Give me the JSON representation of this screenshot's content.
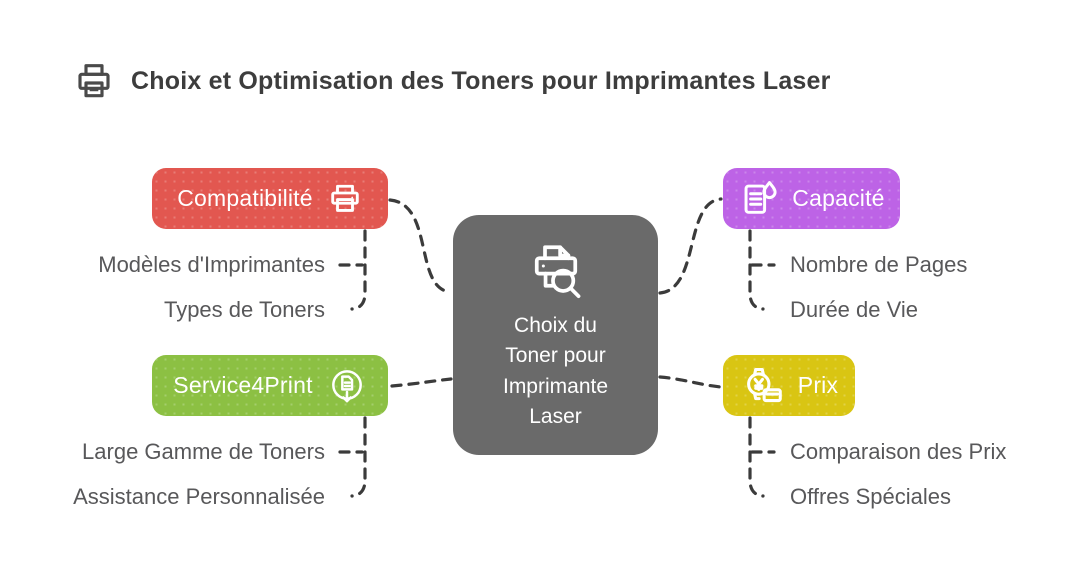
{
  "title": {
    "text": "Choix et Optimisation des Toners pour Imprimantes Laser",
    "icon": "printer-icon"
  },
  "center": {
    "label": "Choix du Toner pour Imprimante Laser",
    "icon": "printer-search-icon",
    "color": "#6a6a6a"
  },
  "branches": {
    "compatibilite": {
      "label": "Compatibilité",
      "color": "#e25750",
      "icon": "printer-icon",
      "children": [
        "Modèles d'Imprimantes",
        "Types de Toners"
      ]
    },
    "capacite": {
      "label": "Capacité",
      "color": "#bd63e6",
      "icon": "document-drop-icon",
      "children": [
        "Nombre de Pages",
        "Durée de Vie"
      ]
    },
    "service4print": {
      "label": "Service4Print",
      "color": "#8cc043",
      "icon": "document-download-icon",
      "children": [
        "Large Gamme de Toners",
        "Assistance Personnalisée"
      ]
    },
    "prix": {
      "label": "Prix",
      "color": "#d9c513",
      "icon": "price-payment-icon",
      "children": [
        "Comparaison des Prix",
        "Offres Spéciales"
      ]
    }
  },
  "connectors": {
    "color": "#3b3b3b"
  }
}
